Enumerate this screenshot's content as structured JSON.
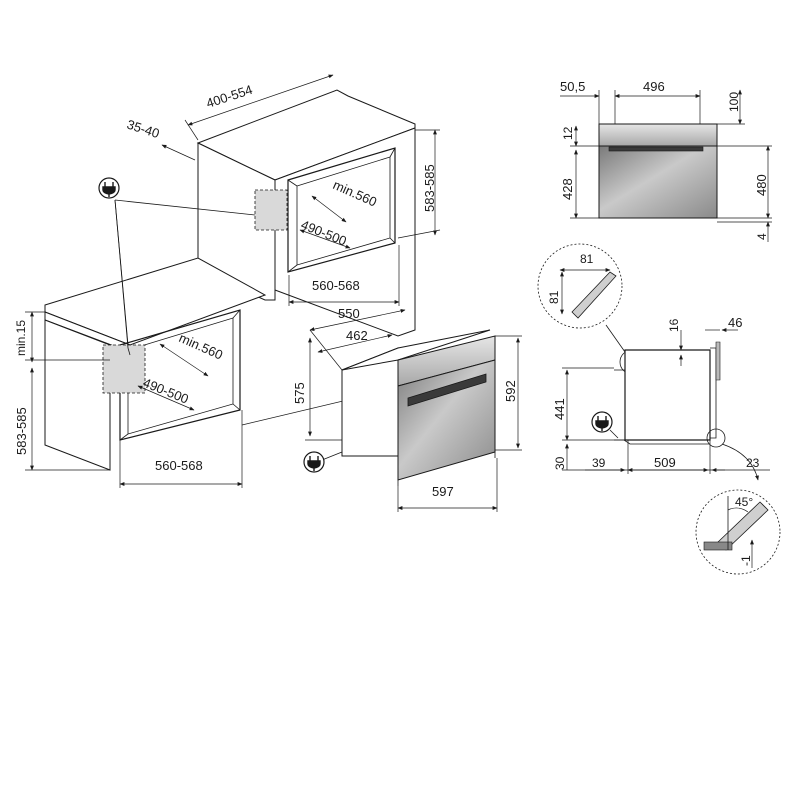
{
  "dimensions": {
    "top_recess_depth": "400-554",
    "top_gap": "35-40",
    "column_height": "583-585",
    "column_depth": "min.560",
    "column_inner_height": "490-500",
    "column_width": "560-568",
    "under_min_gap": "min.15",
    "under_height": "583-585",
    "under_depth": "min.560",
    "under_inner_height": "490-500",
    "under_width": "560-568",
    "oven_depth_total": "550",
    "oven_depth_body": "462",
    "oven_body_height": "575",
    "oven_height": "592",
    "oven_width": "597",
    "front_offset": "50,5",
    "front_inner_width": "496",
    "front_top": "100",
    "front_top_strip": "12",
    "front_door": "428",
    "front_total": "480",
    "front_bottom": "4",
    "detail_a_w": "81",
    "detail_a_h": "81",
    "side_top_gap": "16",
    "side_depth_handle": "46",
    "side_height": "441",
    "side_bottom": "30",
    "side_front": "39",
    "side_depth": "509",
    "side_back": "23",
    "angle": "45°",
    "detail_offset": "-1"
  },
  "icons": [
    "plug-icon",
    "plug-icon",
    "plug-icon"
  ]
}
